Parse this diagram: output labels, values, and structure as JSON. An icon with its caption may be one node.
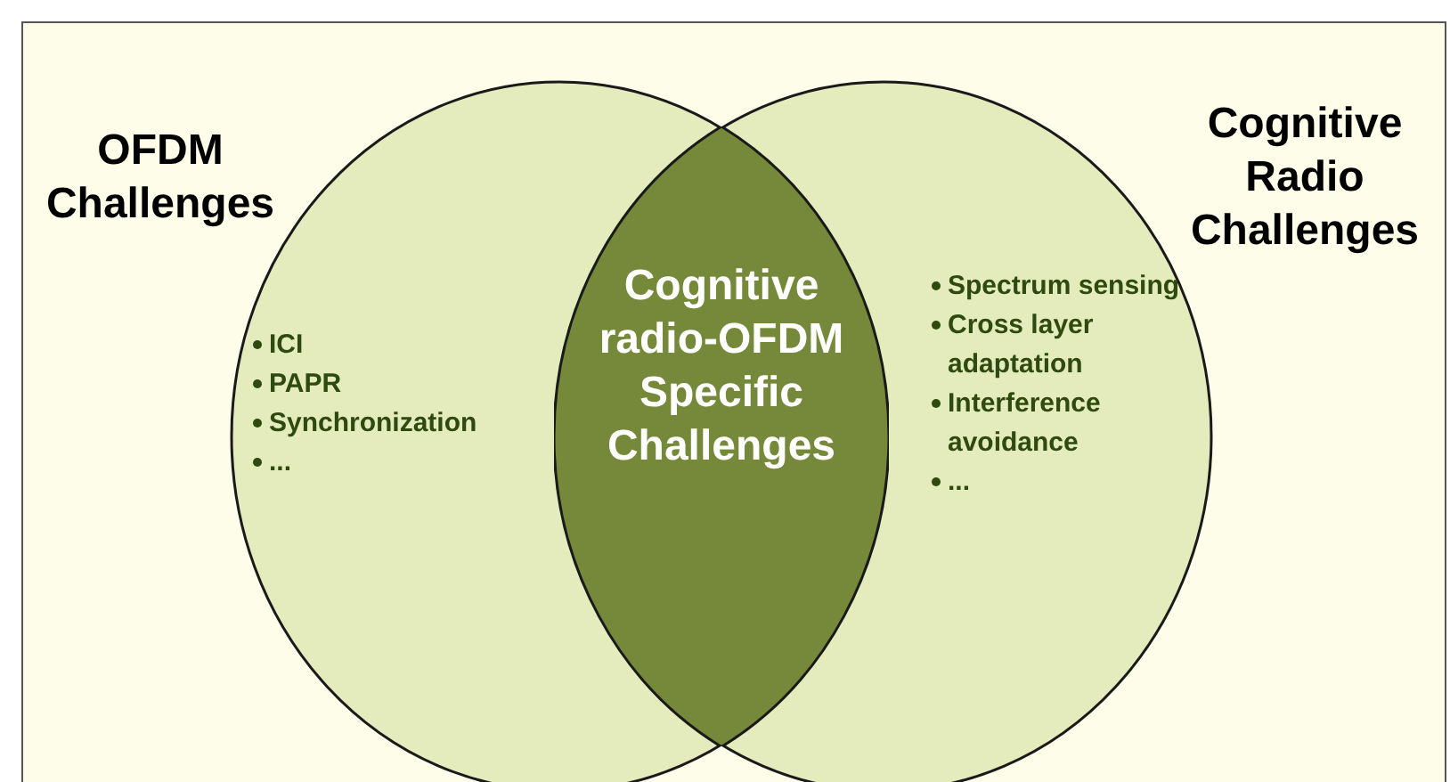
{
  "diagram": {
    "nodes": [
      {
        "text": [
          "OFDM Challenges",
          "ICI",
          "PAPR",
          "Synchronization",
          "..."
        ]
      },
      {
        "text": [
          "Cognitive Radio Challenges",
          "Spectrum sensing",
          "Cross layer adaptation",
          "Interference avoidance",
          "..."
        ]
      },
      {
        "text": [
          "Cognitive radio-OFDM Specific Challenges"
        ]
      }
    ]
  }
}
